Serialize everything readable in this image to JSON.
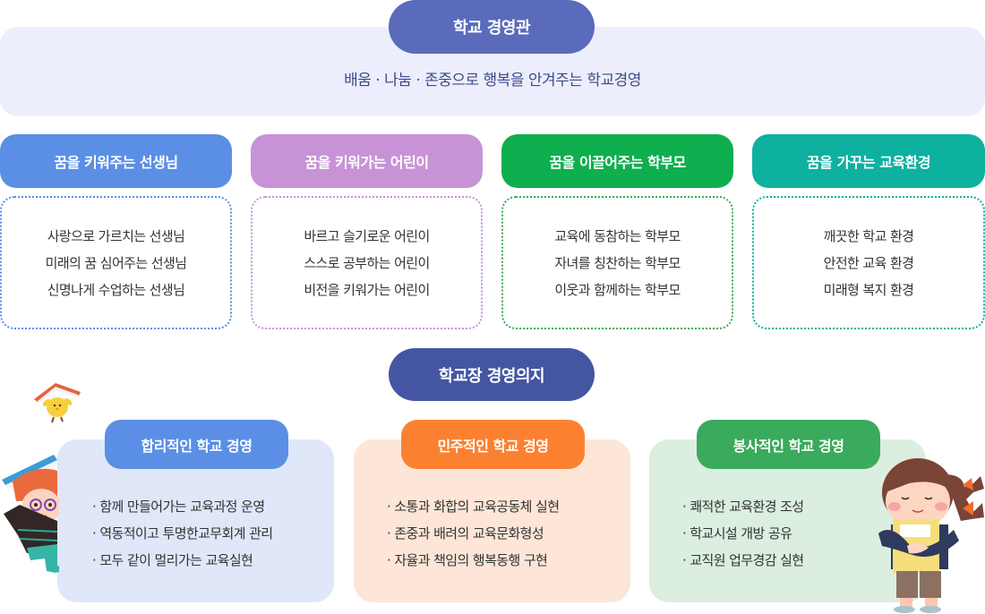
{
  "vision": {
    "title": "학교 경영관",
    "slogan": "배움 · 나눔 · 존중으로 행복을 안겨주는 학교경영",
    "color": "#5a6bbb",
    "bg": "#eceffb"
  },
  "columns": [
    {
      "title": "꿈을 키워주는 선생님",
      "color": "#5a8fe5",
      "items": [
        "사랑으로 가르치는 선생님",
        "미래의 꿈 심어주는 선생님",
        "신명나게 수업하는 선생님"
      ]
    },
    {
      "title": "꿈을 키워가는 어린이",
      "color": "#c793d6",
      "items": [
        "바르고 슬기로운 어린이",
        "스스로 공부하는 어린이",
        "비전을 키워가는 어린이"
      ]
    },
    {
      "title": "꿈을 이끌어주는 학부모",
      "color": "#0fae4f",
      "items": [
        "교육에 동참하는 학부모",
        "자녀를 칭찬하는 학부모",
        "이웃과 함께하는 학부모"
      ]
    },
    {
      "title": "꿈을 가꾸는 교육환경",
      "color": "#0eb09f",
      "items": [
        "깨끗한 학교 환경",
        "안전한 교육 환경",
        "미래형 복지 환경"
      ]
    }
  ],
  "principal": {
    "title": "학교장 경영의지",
    "color": "#4456a2"
  },
  "cards": [
    {
      "title": "합리적인 학교 경영",
      "pill_color": "#5a8fe5",
      "bg": "#dfe7f9",
      "items": [
        "· 함께 만들어가는 교육과정 운영",
        "· 역동적이고 투명한교무회계 관리",
        "· 모두 같이 멀리가는 교육실현"
      ]
    },
    {
      "title": "민주적인 학교 경영",
      "pill_color": "#fb8131",
      "bg": "#fde6d7",
      "items": [
        "· 소통과 화합의 교육공동체 실현",
        "· 존중과 배려의 교육문화형성",
        "· 자율과 책임의 행복동행 구현"
      ]
    },
    {
      "title": "봉사적인 학교 경영",
      "pill_color": "#3aaa5c",
      "bg": "#dbeedf",
      "items": [
        "· 쾌적한 교육환경 조성",
        "· 학교시설 개방 공유",
        "· 교직원 업무경감 실현"
      ]
    }
  ],
  "illustrations": [
    "chick-with-book",
    "boy-with-book",
    "girl-hugging-book"
  ]
}
